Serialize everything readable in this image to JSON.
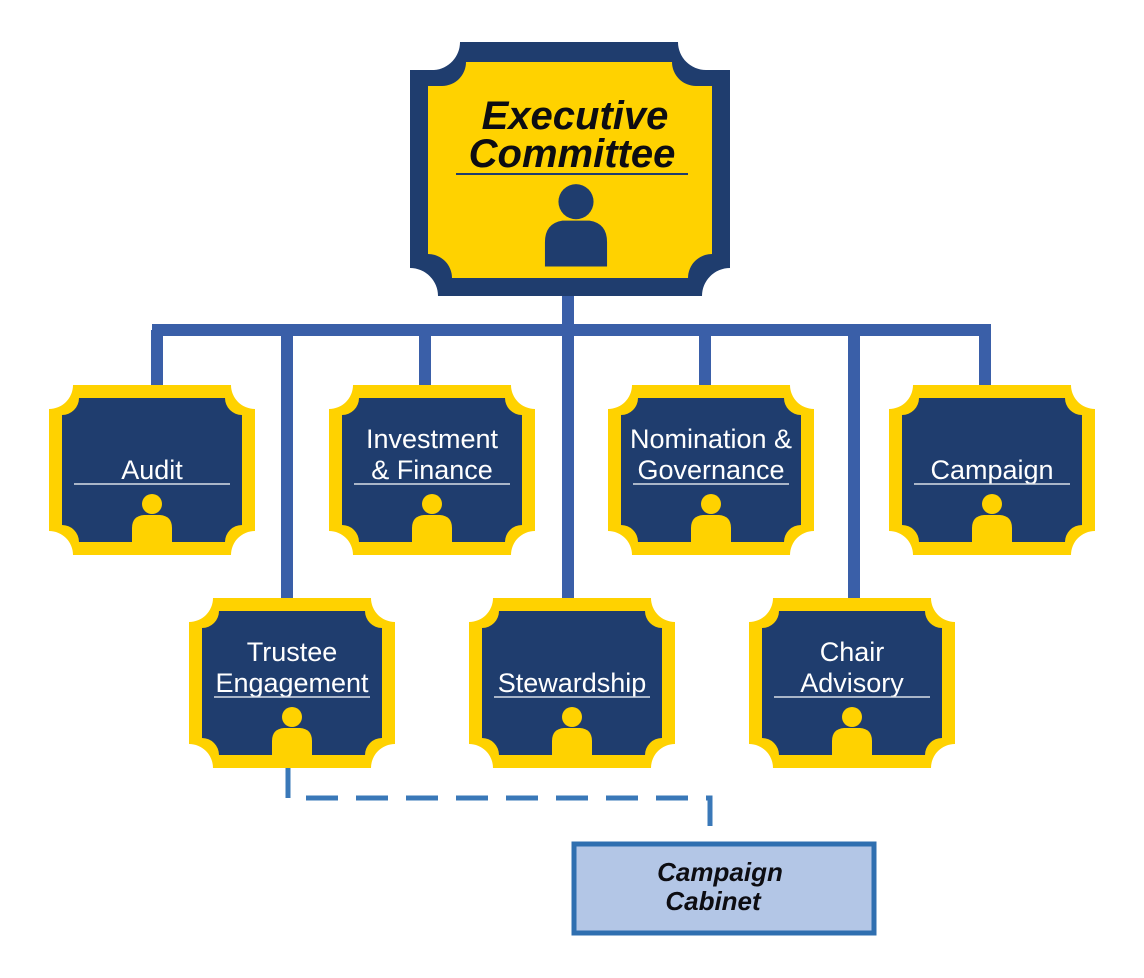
{
  "executive": {
    "line1": "Executive",
    "line2": "Committee"
  },
  "committees": {
    "audit": {
      "lines": [
        "Audit"
      ]
    },
    "investment": {
      "lines": [
        "Investment",
        "& Finance"
      ]
    },
    "nomination": {
      "lines": [
        "Nomination &",
        "Governance"
      ]
    },
    "campaign": {
      "lines": [
        "Campaign"
      ]
    },
    "trustee": {
      "lines": [
        "Trustee",
        "Engagement"
      ]
    },
    "stewardship": {
      "lines": [
        "Stewardship"
      ]
    },
    "chair": {
      "lines": [
        "Chair",
        "Advisory"
      ]
    }
  },
  "cabinet": {
    "line1": "Campaign",
    "line2": "Cabinet"
  },
  "colors": {
    "navy": "#1f3d6e",
    "gold": "#ffd200",
    "connector": "#3a5fa8",
    "cabinet_fill": "#b3c6e6"
  },
  "icons": {
    "member": "person-icon"
  }
}
